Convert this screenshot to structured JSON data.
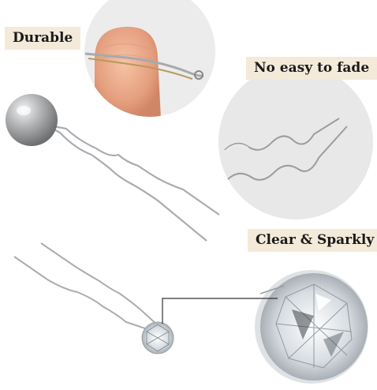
{
  "labels": {
    "durable": "Durable",
    "fade": "No easy to fade",
    "clear": "Clear & Sparkly"
  },
  "colors": {
    "label_background": "#f3ead9",
    "label_text": "#1a1a1a",
    "circle_background": "#eaeaea",
    "pin_metal": "#a9acb0",
    "pearl": "#a3a5a7"
  },
  "icons": [
    "pearl-hair-pin",
    "crystal-hair-pin",
    "fingertip",
    "wavy-pin-closeup",
    "diamond-closeup"
  ]
}
